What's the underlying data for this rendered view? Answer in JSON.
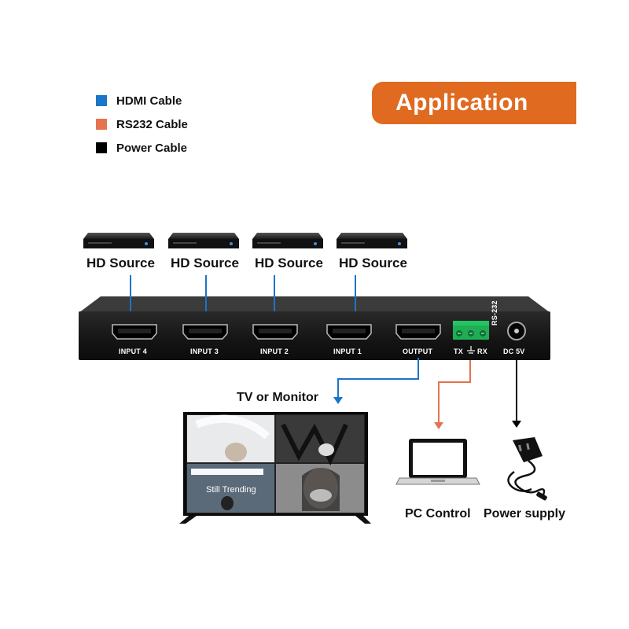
{
  "legend": [
    {
      "label": "HDMI Cable",
      "color": "#1b75c8"
    },
    {
      "label": "RS232 Cable",
      "color": "#e57350"
    },
    {
      "label": "Power Cable",
      "color": "#000000"
    }
  ],
  "title": "Application",
  "sources": [
    "HD Source",
    "HD Source",
    "HD Source",
    "HD Source"
  ],
  "ports": {
    "input4": "INPUT 4",
    "input3": "INPUT 3",
    "input2": "INPUT 2",
    "input1": "INPUT 1",
    "output": "OUTPUT",
    "rs232": "RS-232",
    "tx": "TX",
    "rx": "RX",
    "dc": "DC 5V"
  },
  "tv": {
    "caption": "TV or Monitor",
    "screen_text": "Still Trending"
  },
  "pc": {
    "caption": "PC Control"
  },
  "power": {
    "caption": "Power supply"
  },
  "colors": {
    "hdmi": "#1b75c8",
    "rs232": "#e57350",
    "power": "#000000",
    "accent": "#e06a20"
  }
}
